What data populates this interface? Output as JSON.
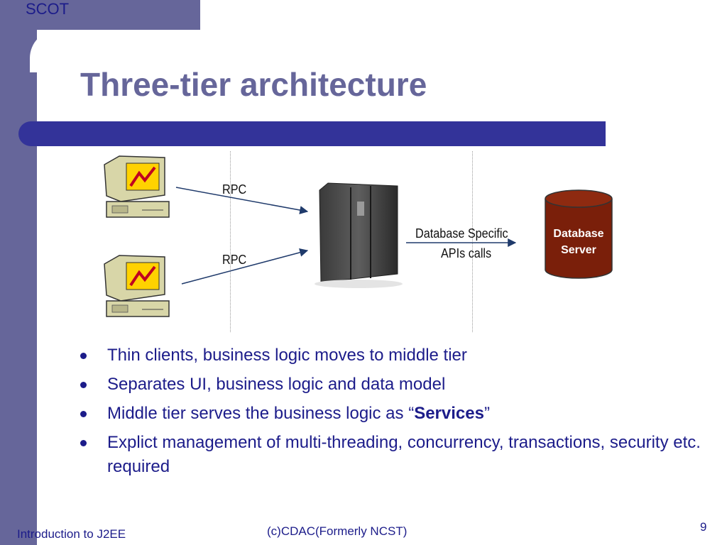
{
  "header": {
    "brand": "SCOT",
    "title": "Three-tier architecture"
  },
  "diagram": {
    "rpc_top": "RPC",
    "rpc_bottom": "RPC",
    "api_line1": "Database Specific",
    "api_line2": "APIs calls",
    "db_line1": "Database",
    "db_line2": "Server"
  },
  "bullets": [
    {
      "text": "Thin clients, business logic moves to middle tier"
    },
    {
      "text": "Separates UI, business logic and data model"
    },
    {
      "pre": "Middle tier serves the business logic as “",
      "bold": "Services",
      "post": "”"
    },
    {
      "text": "Explict management of multi-threading, concurrency, transactions, security etc. required"
    }
  ],
  "footer": {
    "left": "Introduction to J2EE",
    "center": "(c)CDAC(Formerly NCST)",
    "page": "9"
  },
  "colors": {
    "sidebar": "#66669a",
    "rule": "#333399",
    "text": "#1c1c8a",
    "db_fill": "#7a1f0a"
  }
}
